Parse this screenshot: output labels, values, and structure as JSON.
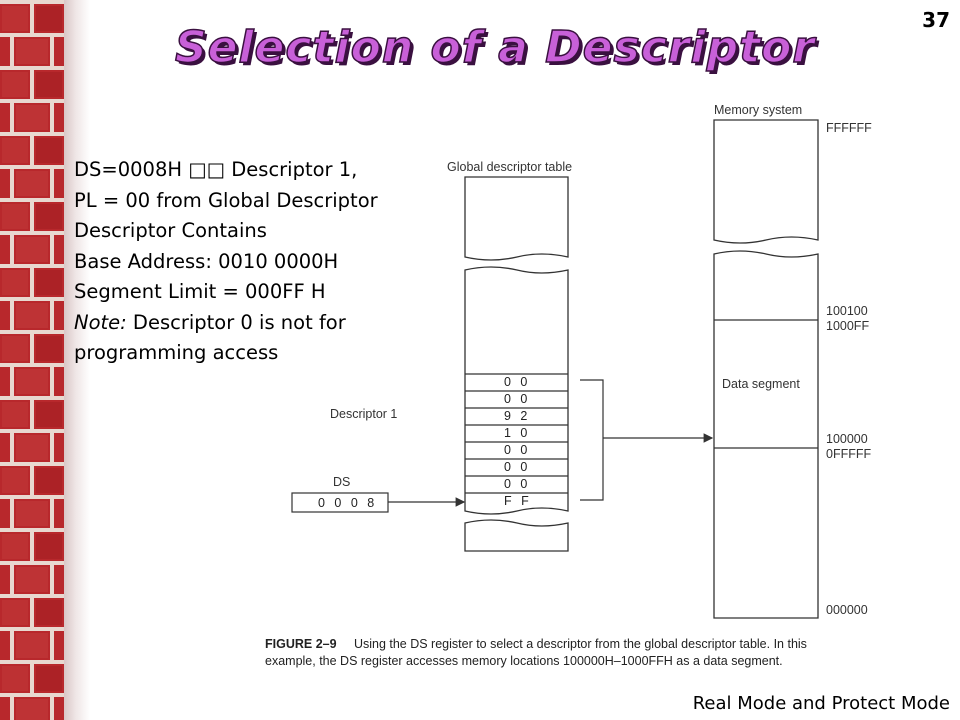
{
  "slide": {
    "title": "Selection of a Descriptor",
    "number": "37",
    "footer": "Real Mode and Protect Mode"
  },
  "bullets": {
    "line1": "DS=0008H □□ Descriptor 1,",
    "line2": "PL = 00 from Global Descriptor",
    "line3": "Descriptor Contains",
    "line4": "Base Address: 0010 0000H",
    "line5": "Segment Limit = 000FF H",
    "note_label": "Note:",
    "note_text": " Descriptor 0 is not for",
    "line7": "programming access"
  },
  "diagram": {
    "gdt_label": "Global descriptor table",
    "memory_label": "Memory system",
    "descriptor_label": "Descriptor 1",
    "ds_label": "DS",
    "ds_value": "0 0 0 8",
    "descriptor_bytes": [
      "0 0",
      "0 0",
      "9 2",
      "1 0",
      "0 0",
      "0 0",
      "0 0",
      "F F"
    ],
    "data_segment_label": "Data segment",
    "addresses": {
      "top": "FFFFFF",
      "seg_end_1": "100100",
      "seg_end_2": "1000FF",
      "seg_start_1": "100000",
      "seg_start_2": "0FFFFF",
      "bottom": "000000"
    }
  },
  "caption": {
    "label": "FIGURE 2–9",
    "line1": "Using the DS register to select a descriptor from the global descriptor table. In this",
    "line2": "example, the DS register accesses memory locations 100000H–1000FFH as a data segment."
  }
}
